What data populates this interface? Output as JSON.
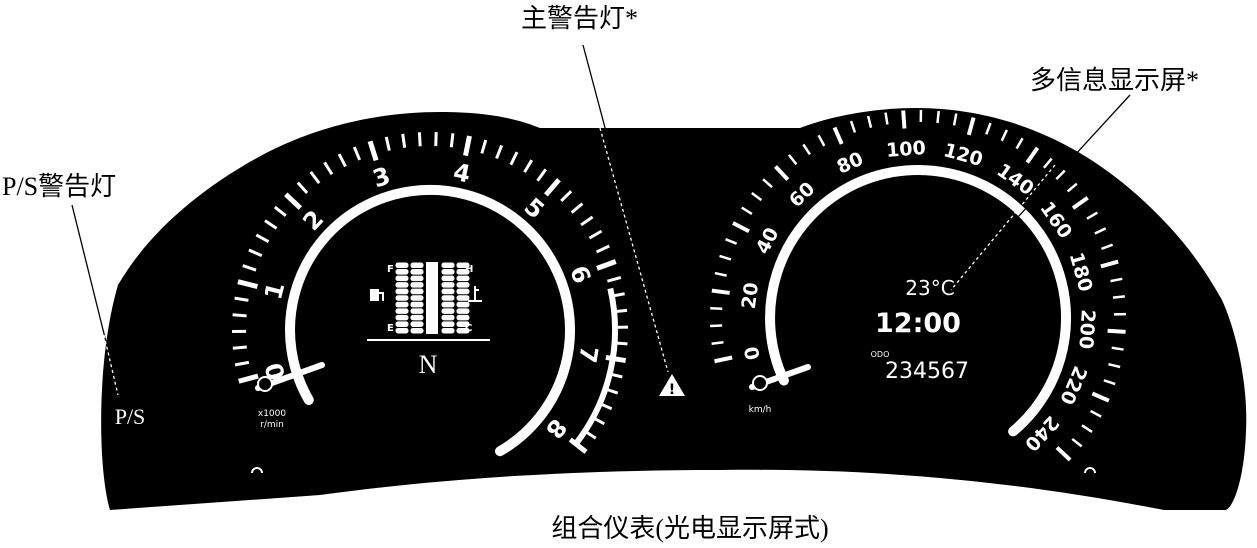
{
  "callouts": {
    "master_warning": "主警告灯*",
    "multi_info_display": "多信息显示屏*",
    "ps_warning": "P/S警告灯",
    "caption": "组合仪表(光电显示屏式)"
  },
  "cluster": {
    "ps_indicator": "P/S",
    "master_warning_symbol": "!"
  },
  "tachometer": {
    "tick_labels": [
      "0",
      "1",
      "2",
      "3",
      "4",
      "5",
      "6",
      "7",
      "8"
    ],
    "unit_line1": "x1000",
    "unit_line2": "r/min",
    "needle_value": 0
  },
  "gauges": {
    "fuel_full": "F",
    "fuel_empty": "E",
    "temp_hot": "H",
    "temp_cold": "C",
    "fuel_level": 1.0,
    "temp_level": 1.0
  },
  "gear": {
    "position": "N"
  },
  "speedometer": {
    "tick_labels": [
      "0",
      "20",
      "40",
      "60",
      "80",
      "100",
      "120",
      "140",
      "160",
      "180",
      "200",
      "220",
      "240"
    ],
    "unit": "km/h",
    "needle_value": 0
  },
  "display": {
    "temperature": "23°C",
    "time": "12:00",
    "odo_label": "ODO",
    "odometer": "234567"
  }
}
